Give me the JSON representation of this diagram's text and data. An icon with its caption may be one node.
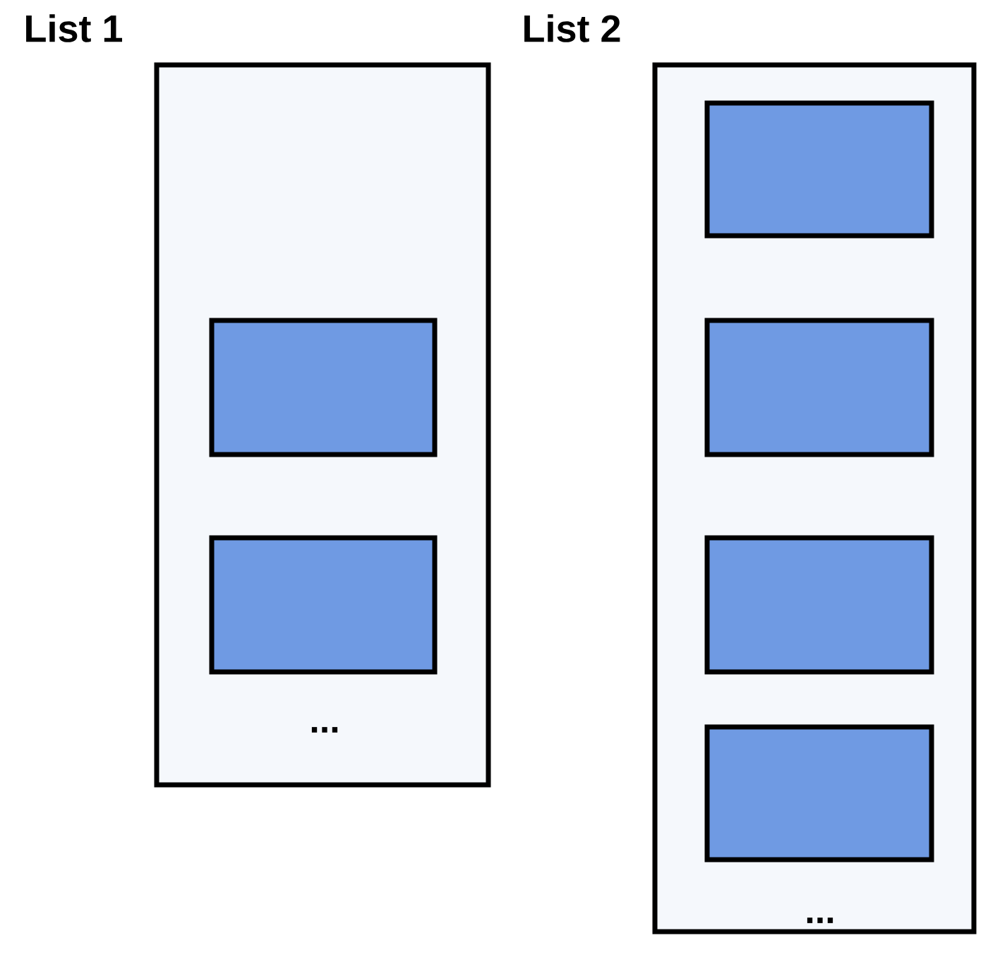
{
  "diagram": {
    "nodes": [
      {
        "text": [
          "List 1",
          "..."
        ]
      },
      {
        "text": [],
        "shape": "box",
        "in": 0
      },
      {
        "text": [],
        "shape": "box",
        "in": 0
      },
      {
        "text": [
          "List 2",
          "..."
        ]
      },
      {
        "text": [],
        "shape": "box",
        "in": 3
      },
      {
        "text": [],
        "shape": "box",
        "in": 3
      },
      {
        "text": [],
        "shape": "box",
        "in": 3
      },
      {
        "text": [],
        "shape": "box",
        "in": 3
      }
    ]
  }
}
